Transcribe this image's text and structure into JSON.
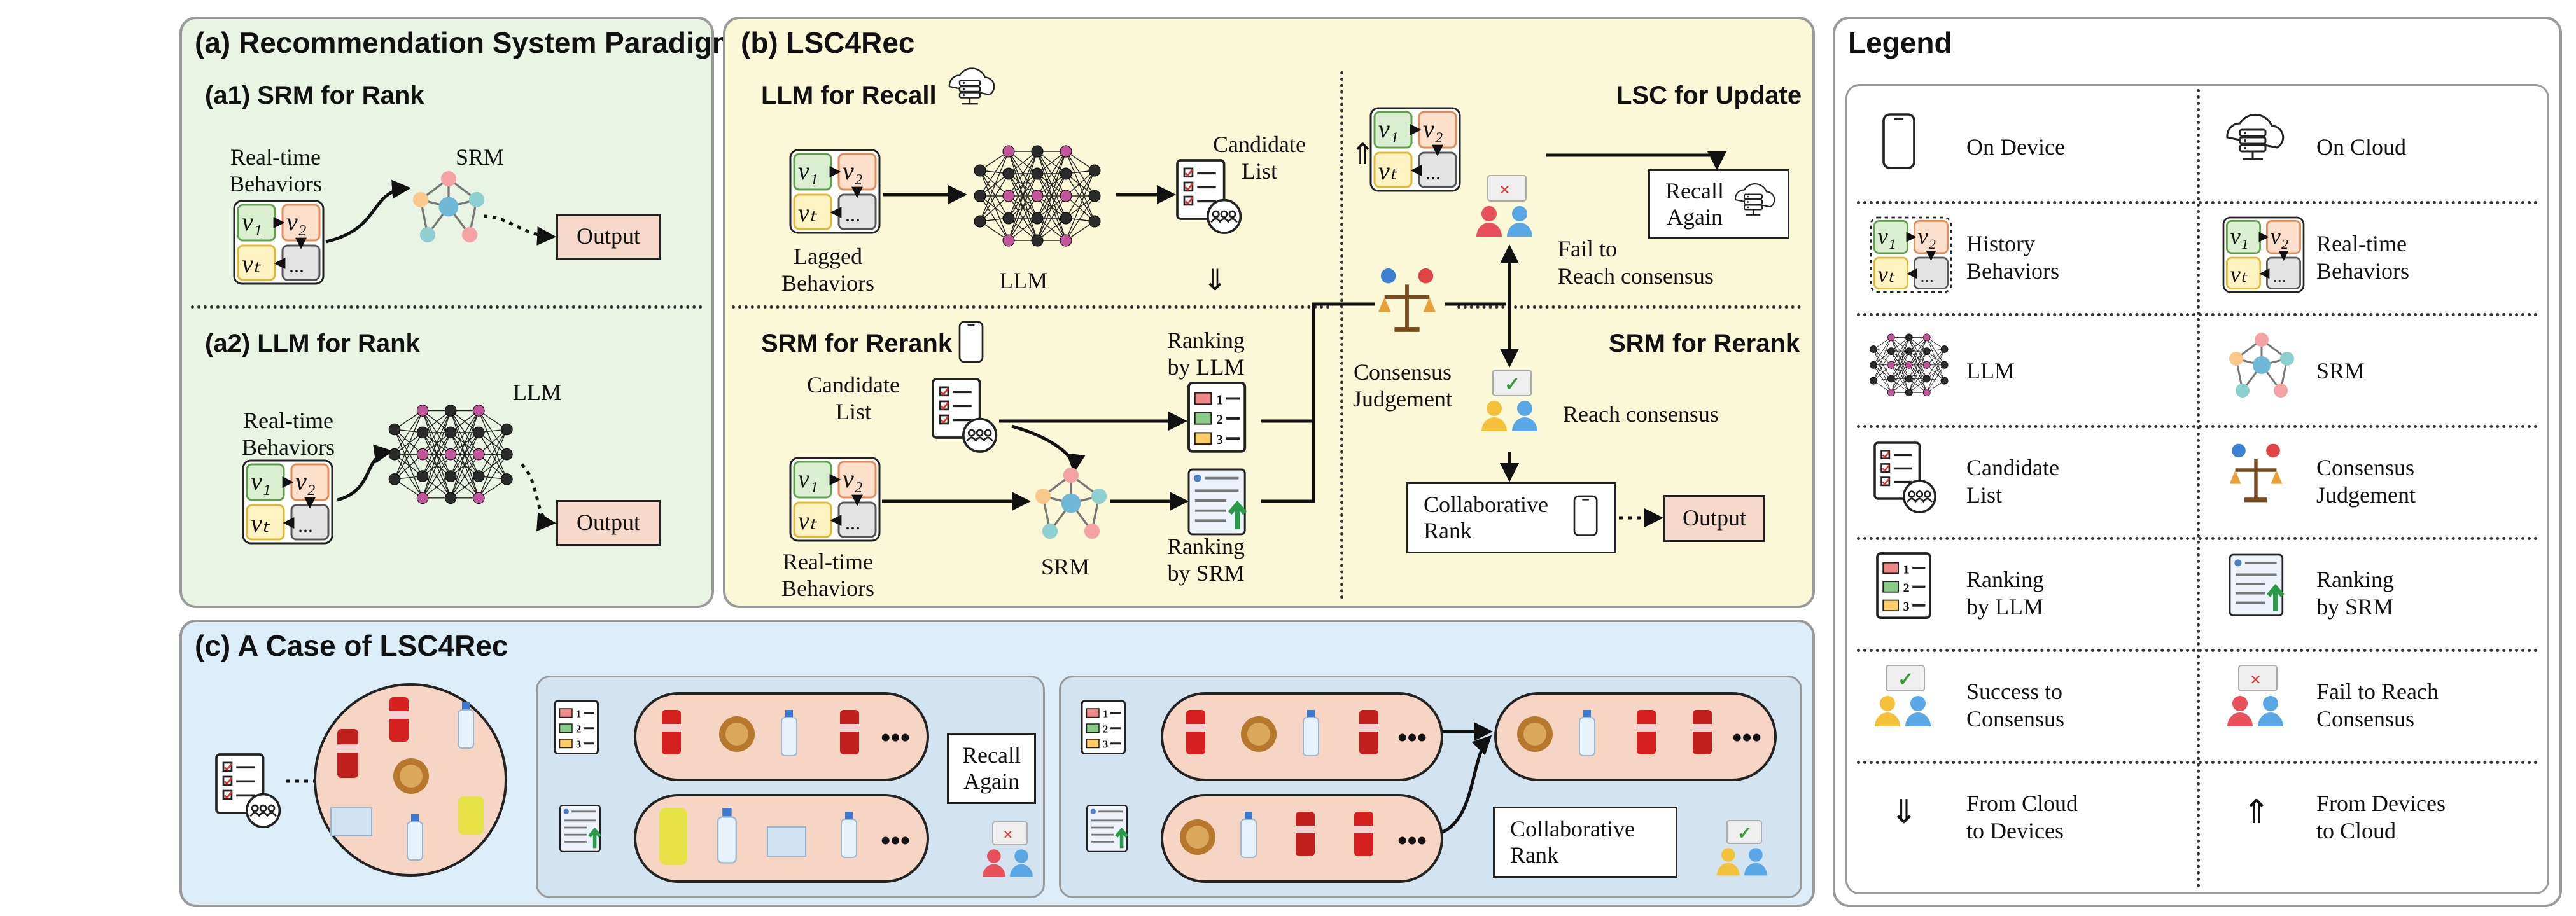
{
  "panel_a": {
    "title": "(a) Recommendation System Paradigm",
    "a1_title": "(a1) SRM for Rank",
    "a1_behaviors": "Real-time\nBehaviors",
    "a1_model": "SRM",
    "a1_output": "Output",
    "a2_title": "(a2) LLM for Rank",
    "a2_behaviors": "Real-time\nBehaviors",
    "a2_model": "LLM",
    "a2_output": "Output"
  },
  "panel_b": {
    "title": "(b) LSC4Rec",
    "llm_recall": "LLM for Recall",
    "lagged_behaviors": "Lagged\nBehaviors",
    "llm_label": "LLM",
    "candidate_list_top": "Candidate\nList",
    "srm_rerank_left": "SRM for Rerank",
    "candidate_list_mid": "Candidate\nList",
    "realtime_behaviors": "Real-time\nBehaviors",
    "srm_label": "SRM",
    "ranking_llm": "Ranking\nby LLM",
    "ranking_srm": "Ranking\nby SRM",
    "lsc_update": "LSC for Update",
    "recall_again": "Recall\nAgain",
    "fail_consensus": "Fail to\nReach consensus",
    "consensus_judgement": "Consensus\nJudgement",
    "srm_rerank_right": "SRM for Rerank",
    "reach_consensus": "Reach consensus",
    "collaborative_rank": "Collaborative\nRank",
    "output": "Output"
  },
  "panel_c": {
    "title": "(c) A Case of LSC4Rec",
    "recall_again": "Recall\nAgain",
    "collaborative_rank": "Collaborative\nRank",
    "ellipsis": "•••"
  },
  "legend": {
    "title": "Legend",
    "items": [
      {
        "left": "On Device",
        "right": "On Cloud"
      },
      {
        "left": "History\nBehaviors",
        "right": "Real-time\nBehaviors"
      },
      {
        "left": "LLM",
        "right": "SRM"
      },
      {
        "left": "Candidate\nList",
        "right": "Consensus\nJudgement"
      },
      {
        "left": "Ranking\nby LLM",
        "right": "Ranking\nby SRM"
      },
      {
        "left": "Success to\nConsensus",
        "right": "Fail to Reach\nConsensus"
      },
      {
        "left": "From Cloud\nto Devices",
        "right": "From Devices\nto Cloud"
      }
    ]
  },
  "symbols": {
    "v1": "v₁",
    "v2": "v₂",
    "vT": "vₜ",
    "vt": "vₜ",
    "dots": "...",
    "arrow_down": "⇓",
    "arrow_up": "⇑",
    "cross": "×",
    "check": "✓"
  },
  "colors": {
    "panel_a_bg": "#eaf4e4",
    "panel_b_bg": "#fbf8d8",
    "panel_c_bg": "#dcedf8",
    "output_bg": "#f7d9cc",
    "llm_node": "#2a2a2a",
    "llm_accent": "#c2569a",
    "srm_nodes": [
      "#f4a2a2",
      "#f8c98a",
      "#8ed0cf",
      "#6fb8d8"
    ]
  }
}
